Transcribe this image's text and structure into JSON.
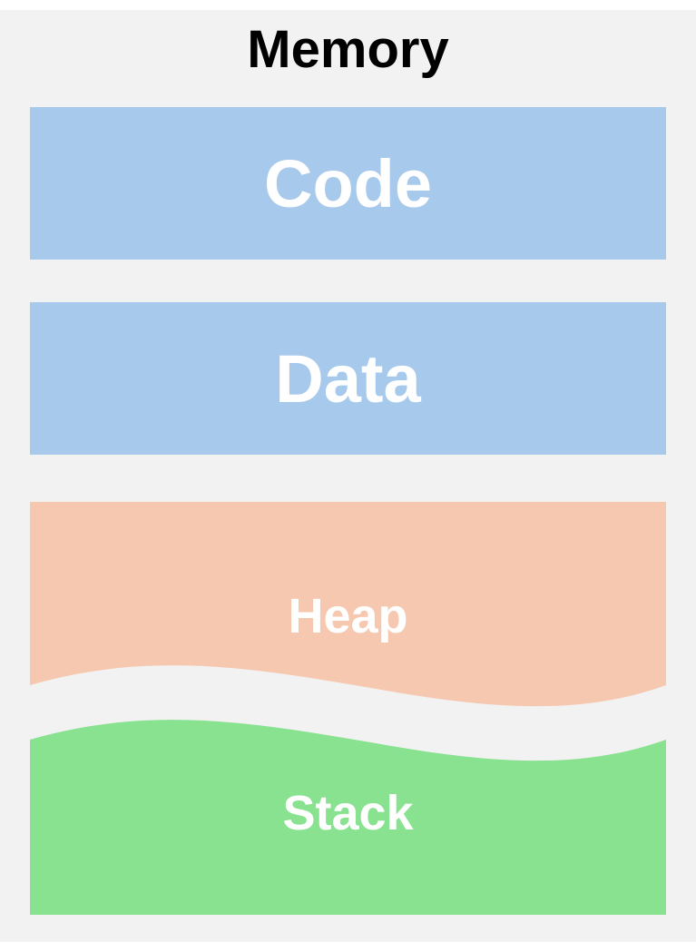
{
  "diagram": {
    "title": "Memory",
    "segments": [
      {
        "id": "code",
        "label": "Code",
        "color": "#a7c9ec"
      },
      {
        "id": "data",
        "label": "Data",
        "color": "#a7c9ec"
      },
      {
        "id": "heap",
        "label": "Heap",
        "color": "#f6c8b0"
      },
      {
        "id": "stack",
        "label": "Stack",
        "color": "#88e290"
      }
    ],
    "colors": {
      "background": "#f2f2f2",
      "label_text": "#ffffff",
      "title_text": "#000000"
    }
  }
}
